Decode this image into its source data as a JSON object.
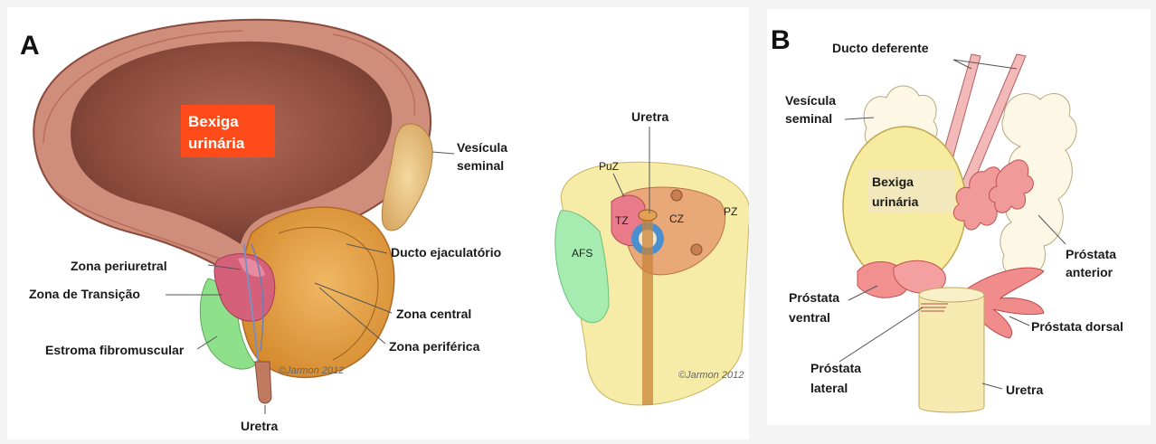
{
  "panel_a": {
    "letter": "A",
    "bladder_label_line1": "Bexiga",
    "bladder_label_line2": "urinária",
    "labels": {
      "seminal_vesicle_1": "Vesícula",
      "seminal_vesicle_2": "seminal",
      "ejaculatory_duct": "Ducto ejaculatório",
      "periurethral_zone": "Zona periuretral",
      "transition_zone": "Zona de Transição",
      "central_zone": "Zona central",
      "peripheral_zone": "Zona periférica",
      "fibromuscular_stroma": "Estroma fibromuscular",
      "urethra": "Uretra",
      "urethra_cross": "Uretra"
    },
    "cross_section": {
      "puz": "PuZ",
      "tz": "TZ",
      "cz": "CZ",
      "pz": "PZ",
      "afs": "AFS"
    },
    "signature": "©Jarmon 2012"
  },
  "panel_b": {
    "letter": "B",
    "labels": {
      "vas_deferens": "Ducto deferente",
      "seminal_vesicle_1": "Vesícula",
      "seminal_vesicle_2": "seminal",
      "bladder_1": "Bexiga",
      "bladder_2": "urinária",
      "anterior_prostate_1": "Próstata",
      "anterior_prostate_2": "anterior",
      "ventral_prostate_1": "Próstata",
      "ventral_prostate_2": "ventral",
      "dorsal_prostate": "Próstata dorsal",
      "lateral_prostate_1": "Próstata",
      "lateral_prostate_2": "lateral",
      "urethra": "Uretra"
    }
  },
  "colors": {
    "bladder_label_bg": "#ff4b1a",
    "bladder_wall": "#c9786a",
    "bladder_inside": "#9a5a4a",
    "central_zone": "#e8a54a",
    "fibromuscular": "#8fe08a",
    "transition": "#d4607a",
    "peripheral_yellow": "#f5e6a0"
  }
}
